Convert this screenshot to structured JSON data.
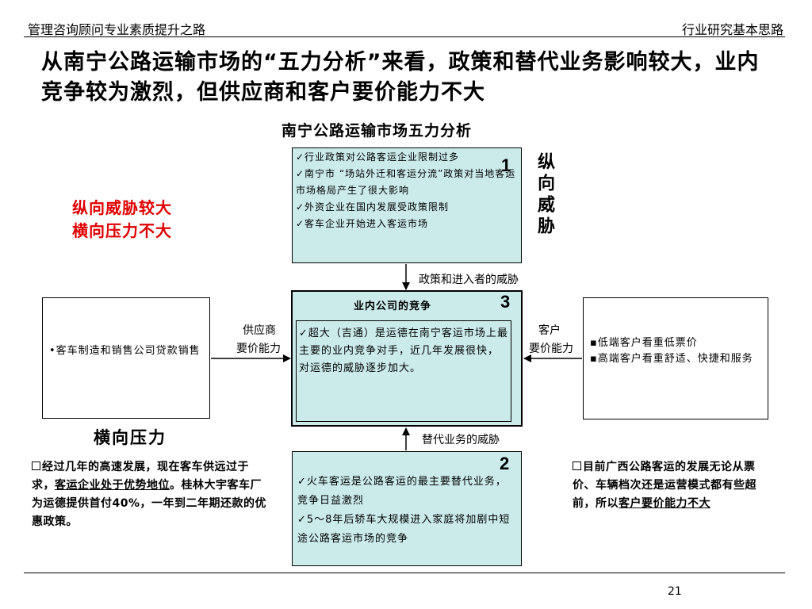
{
  "header": {
    "left": "管理咨询顾问专业素质提升之路",
    "right": "行业研究基本思路"
  },
  "title": "从南宁公路运输市场的“五力分析”来看，政策和替代业务影响较大，业内竞争较为激烈，但供应商和客户要价能力不大",
  "subtitle": "南宁公路运输市场五力分析",
  "top_box": {
    "number": "1",
    "items": [
      "✓行业政策对公路客运企业限制过多",
      "✓南宁市 “场站外迁和客运分流”政策对当地客运市场格局产生了很大影响",
      "✓外资企业在国内发展受政策限制",
      "✓客车企业开始进入客运市场"
    ]
  },
  "vertical_label": "纵向威胁",
  "red_note": [
    "纵向威胁较大",
    "横向压力不大"
  ],
  "top_arrow_label": "政策和进入者的威胁",
  "center_box": {
    "title": "业内公司的竞争",
    "number": "3",
    "text": "✓超大（吉通）是运德在南宁客运市场上最主要的业内竞争对手，近几年发展很快，对运德的威胁逐步加大。"
  },
  "left_box": {
    "text": "•客车制造和销售公司贷款销售"
  },
  "supplier_label": [
    "供应商",
    "要价能力"
  ],
  "customer_label": [
    "客户",
    "要价能力"
  ],
  "right_box": {
    "items": [
      "▪低端客户看重低票价",
      "▪高端客户看重舒适、快捷和服务"
    ]
  },
  "horizontal_label": "横向压力",
  "bottom_arrow_label": "替代业务的威胁",
  "bottom_box": {
    "number": "2",
    "items": [
      "✓火车客运是公路客运的最主要替代业务，竞争日益激烈",
      "✓5～8年后轿车大规模进入家庭将加剧中短途公路客运市场的竞争"
    ]
  },
  "left_note": {
    "part1": "经过几年的高速发展，现在客车供远过于求，",
    "part2_underlined": "客运企业处于优势地位",
    "part3": "。桂林大宇客车厂为运德提供首付40%，一年到二年期还款的优惠政策。"
  },
  "right_note": {
    "part1": "目前广西公路客运的发展无论从票价、车辆档次还是运营模式都有些超前，所以",
    "part2_underlined": "客户要价能力不大"
  },
  "page_number": "21"
}
